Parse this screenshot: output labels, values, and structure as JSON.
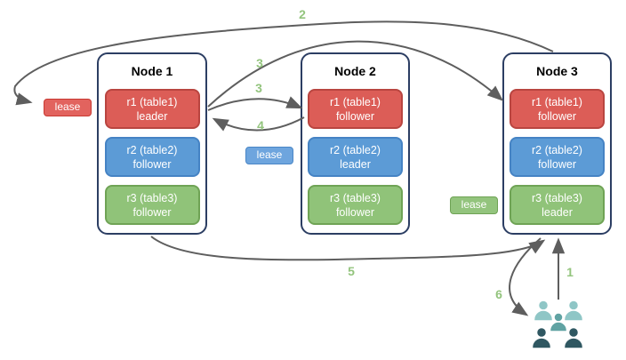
{
  "diagram": {
    "nodes": [
      {
        "title": "Node 1",
        "replicas": [
          {
            "name": "r1 (table1)",
            "role": "leader",
            "color": "#dc5d57"
          },
          {
            "name": "r2 (table2)",
            "role": "follower",
            "color": "#5c9bd6"
          },
          {
            "name": "r3 (table3)",
            "role": "follower",
            "color": "#90c379"
          }
        ]
      },
      {
        "title": "Node 2",
        "replicas": [
          {
            "name": "r1 (table1)",
            "role": "follower",
            "color": "#dc5d57"
          },
          {
            "name": "r2 (table2)",
            "role": "leader",
            "color": "#5c9bd6"
          },
          {
            "name": "r3 (table3)",
            "role": "follower",
            "color": "#90c379"
          }
        ]
      },
      {
        "title": "Node 3",
        "replicas": [
          {
            "name": "r1 (table1)",
            "role": "follower",
            "color": "#dc5d57"
          },
          {
            "name": "r2 (table2)",
            "role": "follower",
            "color": "#5c9bd6"
          },
          {
            "name": "r3 (table3)",
            "role": "leader",
            "color": "#90c379"
          }
        ]
      }
    ],
    "leases": [
      {
        "label": "lease",
        "color": "#e2635e",
        "attached_to": "node1-r1-leader"
      },
      {
        "label": "lease",
        "color": "#6ea5de",
        "attached_to": "node2-r2-leader"
      },
      {
        "label": "lease",
        "color": "#93c47d",
        "attached_to": "node3-r3-leader"
      }
    ],
    "steps": [
      {
        "label": "1"
      },
      {
        "label": "2"
      },
      {
        "label": "3"
      },
      {
        "label": "3"
      },
      {
        "label": "4"
      },
      {
        "label": "5"
      },
      {
        "label": "6"
      }
    ],
    "audience": {
      "icon": "users-icon"
    },
    "colors": {
      "node_border": "#2c3e63",
      "arrow": "#5e5e5e",
      "step_label": "#93c47d",
      "audience_back": "#8fc6c6",
      "audience_middle": "#60a3a3",
      "audience_front": "#2f5761"
    }
  }
}
